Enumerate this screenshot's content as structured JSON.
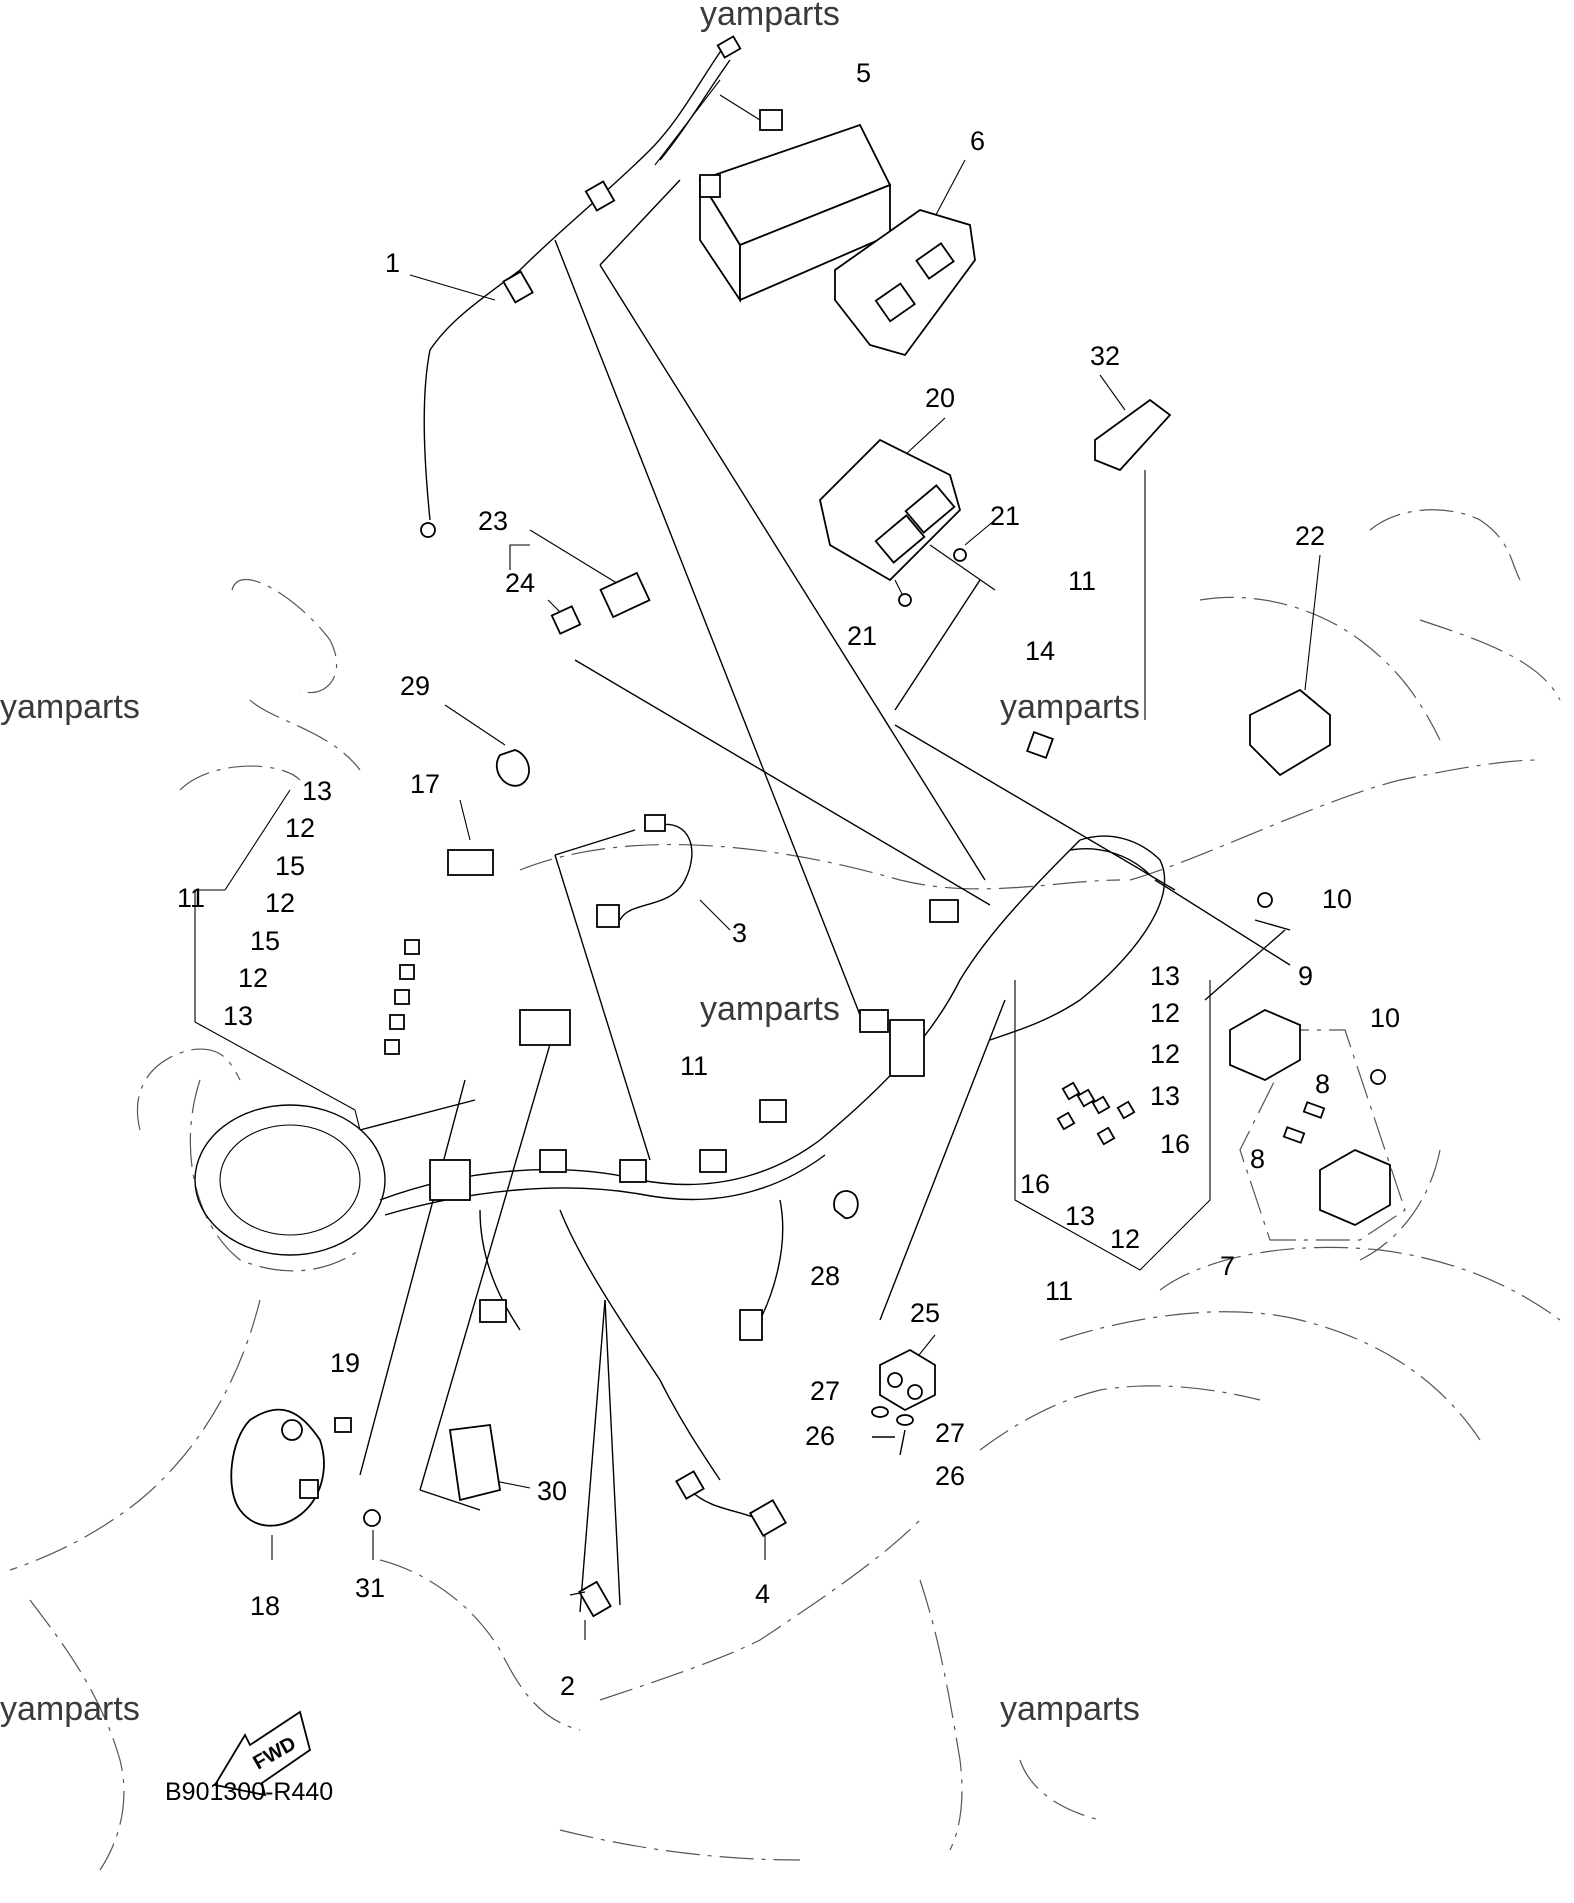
{
  "watermark": "yamparts",
  "diagram_code": "B901300-R440",
  "fwd_label": "FWD",
  "callouts": [
    {
      "id": "c1",
      "label": "1"
    },
    {
      "id": "c2",
      "label": "2"
    },
    {
      "id": "c3",
      "label": "3"
    },
    {
      "id": "c4",
      "label": "4"
    },
    {
      "id": "c5",
      "label": "5"
    },
    {
      "id": "c6",
      "label": "6"
    },
    {
      "id": "c7",
      "label": "7"
    },
    {
      "id": "c8a",
      "label": "8"
    },
    {
      "id": "c8b",
      "label": "8"
    },
    {
      "id": "c9",
      "label": "9"
    },
    {
      "id": "c10a",
      "label": "10"
    },
    {
      "id": "c10b",
      "label": "10"
    },
    {
      "id": "c11a",
      "label": "11"
    },
    {
      "id": "c11b",
      "label": "11"
    },
    {
      "id": "c11c",
      "label": "11"
    },
    {
      "id": "c11d",
      "label": "11"
    },
    {
      "id": "c12a",
      "label": "12"
    },
    {
      "id": "c12b",
      "label": "12"
    },
    {
      "id": "c12c",
      "label": "12"
    },
    {
      "id": "c12d",
      "label": "12"
    },
    {
      "id": "c12e",
      "label": "12"
    },
    {
      "id": "c12f",
      "label": "12"
    },
    {
      "id": "c13a",
      "label": "13"
    },
    {
      "id": "c13b",
      "label": "13"
    },
    {
      "id": "c13c",
      "label": "13"
    },
    {
      "id": "c13d",
      "label": "13"
    },
    {
      "id": "c13e",
      "label": "13"
    },
    {
      "id": "c14",
      "label": "14"
    },
    {
      "id": "c15a",
      "label": "15"
    },
    {
      "id": "c15b",
      "label": "15"
    },
    {
      "id": "c16a",
      "label": "16"
    },
    {
      "id": "c16b",
      "label": "16"
    },
    {
      "id": "c17",
      "label": "17"
    },
    {
      "id": "c18",
      "label": "18"
    },
    {
      "id": "c19",
      "label": "19"
    },
    {
      "id": "c20",
      "label": "20"
    },
    {
      "id": "c21a",
      "label": "21"
    },
    {
      "id": "c21b",
      "label": "21"
    },
    {
      "id": "c22",
      "label": "22"
    },
    {
      "id": "c23",
      "label": "23"
    },
    {
      "id": "c24",
      "label": "24"
    },
    {
      "id": "c25",
      "label": "25"
    },
    {
      "id": "c26a",
      "label": "26"
    },
    {
      "id": "c26b",
      "label": "26"
    },
    {
      "id": "c27a",
      "label": "27"
    },
    {
      "id": "c27b",
      "label": "27"
    },
    {
      "id": "c28",
      "label": "28"
    },
    {
      "id": "c29",
      "label": "29"
    },
    {
      "id": "c30",
      "label": "30"
    },
    {
      "id": "c31",
      "label": "31"
    },
    {
      "id": "c32",
      "label": "32"
    }
  ]
}
